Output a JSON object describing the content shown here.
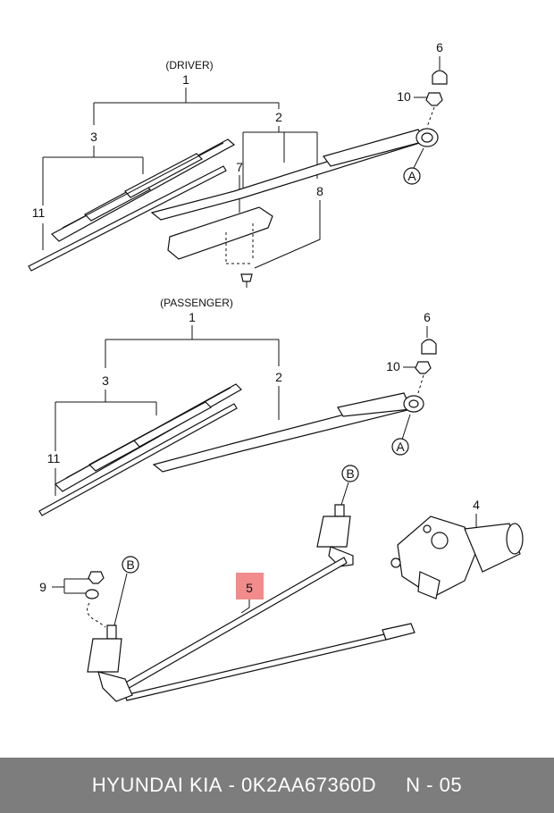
{
  "diagram": {
    "driver_header": "(DRIVER)",
    "passenger_header": "(PASSENGER)",
    "callouts": {
      "d_1": "1",
      "d_2": "2",
      "d_3": "3",
      "d_6": "6",
      "d_7": "7",
      "d_8": "8",
      "d_10": "10",
      "d_11": "11",
      "d_A": "A",
      "p_1": "1",
      "p_2": "2",
      "p_3": "3",
      "p_6": "6",
      "p_10": "10",
      "p_11": "11",
      "p_A": "A",
      "l_4": "4",
      "l_5": "5",
      "l_9": "9",
      "l_B1": "B",
      "l_B2": "B"
    },
    "highlight_color": "#f28b8b"
  },
  "footer": {
    "brand": "HYUNDAI  KIA",
    "sep": " - ",
    "part_number": "0K2AA67360D",
    "spacer": "     ",
    "code": "N - 05"
  },
  "colors": {
    "footer_bg": "#7d7d7d",
    "footer_text": "#ffffff"
  }
}
